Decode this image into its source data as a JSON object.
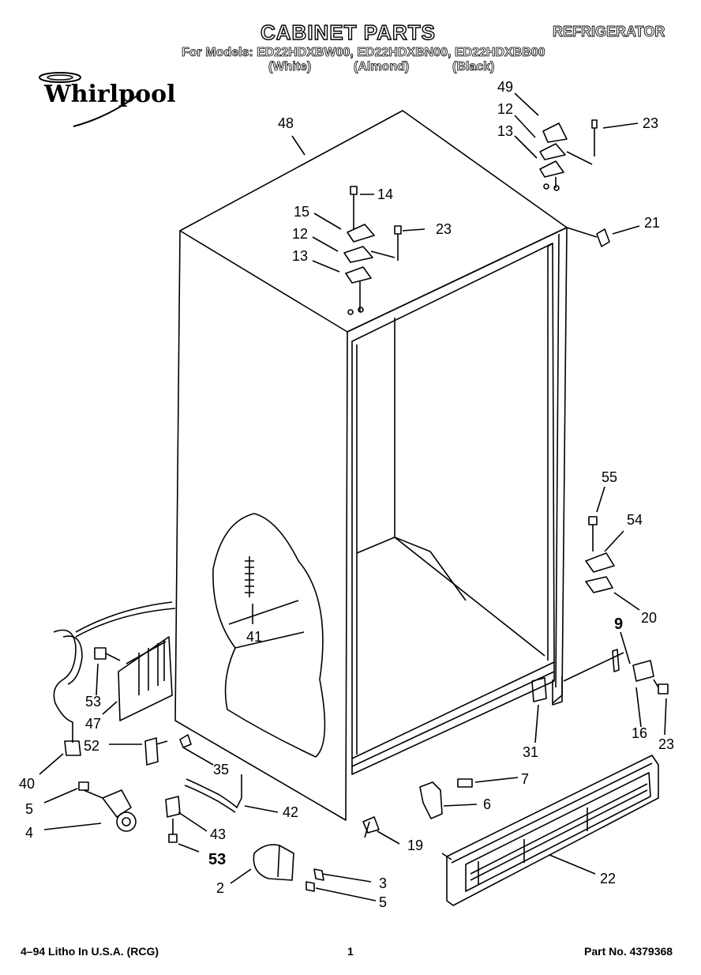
{
  "header": {
    "title": "CABINET PARTS",
    "category": "REFRIGERATOR",
    "models_line": "For Models: ED22HDXBW00, ED22HDXBN00, ED22HDXBB00",
    "colors": [
      "(White)",
      "(Almond)",
      "(Black)"
    ]
  },
  "brand": {
    "name": "Whirlpool"
  },
  "callouts": [
    "48",
    "49",
    "12",
    "13",
    "23",
    "14",
    "15",
    "12",
    "23",
    "13",
    "21",
    "55",
    "54",
    "20",
    "9",
    "16",
    "23",
    "41",
    "31",
    "53",
    "47",
    "52",
    "35",
    "40",
    "5",
    "4",
    "42",
    "43",
    "53",
    "2",
    "3",
    "5",
    "7",
    "6",
    "19",
    "22"
  ],
  "footer": {
    "left": "4–94 Litho In U.S.A. (RCG)",
    "center": "1",
    "right": "Part No. 4379368"
  }
}
